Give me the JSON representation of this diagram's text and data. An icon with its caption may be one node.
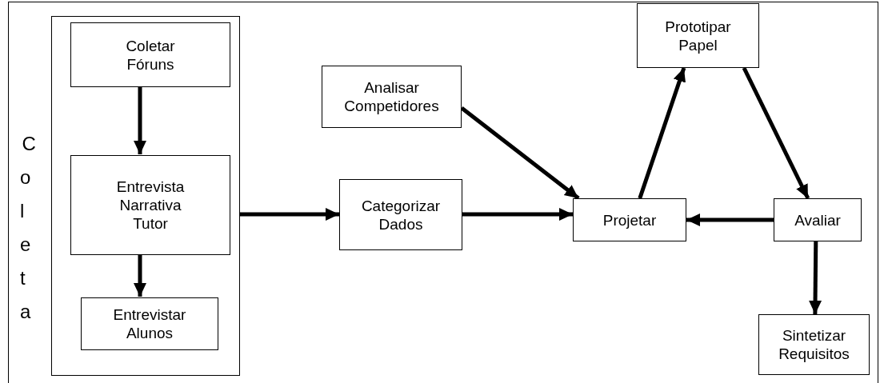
{
  "diagram": {
    "nodes": [
      {
        "text": [
          "Coleta"
        ]
      },
      {
        "text": [
          "Coletar Fóruns"
        ],
        "in": 0
      },
      {
        "text": [
          "Entrevista Narrativa Tutor"
        ],
        "in": 0
      },
      {
        "text": [
          "Entrevistar Alunos"
        ],
        "in": 0
      },
      {
        "text": [
          "Analisar Competidores"
        ]
      },
      {
        "text": [
          "Categorizar Dados"
        ]
      },
      {
        "text": [
          "Projetar"
        ]
      },
      {
        "text": [
          "Prototipar Papel"
        ]
      },
      {
        "text": [
          "Avaliar"
        ]
      },
      {
        "text": [
          "Sintetizar Requisitos"
        ]
      }
    ],
    "edges": [
      {
        "from": 1,
        "to": 2,
        "arrow": "to"
      },
      {
        "from": 2,
        "to": 3,
        "arrow": "to"
      },
      {
        "from": 0,
        "to": 5,
        "arrow": "to"
      },
      {
        "from": 5,
        "to": 6,
        "arrow": "to"
      },
      {
        "from": 4,
        "to": 6,
        "arrow": "to"
      },
      {
        "from": 6,
        "to": 7,
        "arrow": "to"
      },
      {
        "from": 7,
        "to": 8,
        "arrow": "to"
      },
      {
        "from": 8,
        "to": 6,
        "arrow": "to"
      },
      {
        "from": 8,
        "to": 9,
        "arrow": "to"
      }
    ]
  }
}
